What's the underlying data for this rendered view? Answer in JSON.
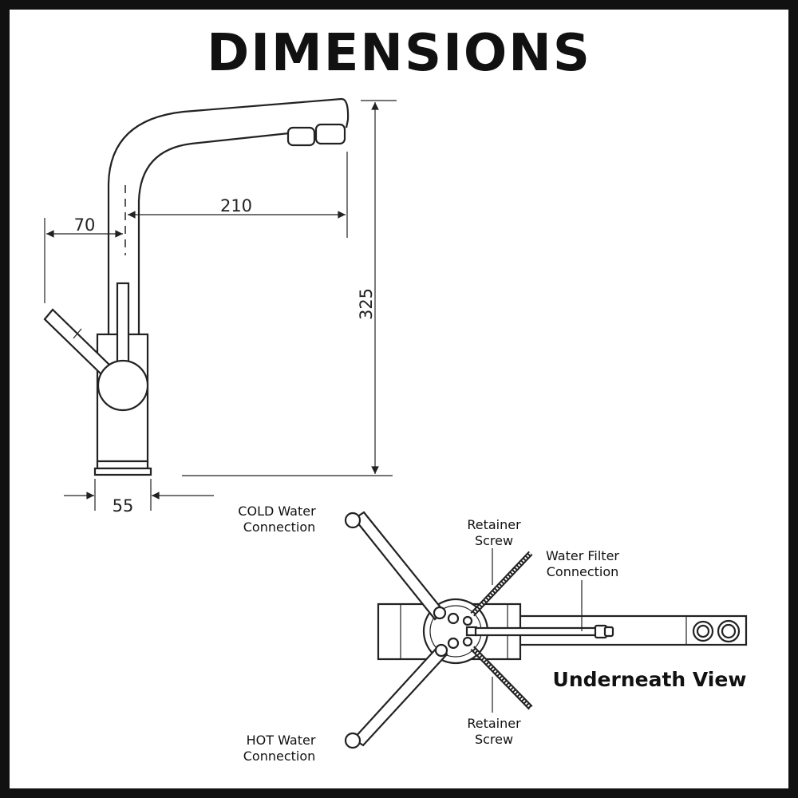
{
  "title": "DIMENSIONS",
  "dimensions": {
    "spout_reach": "210",
    "lever_offset": "70",
    "height": "325",
    "base_width": "55"
  },
  "underneath": {
    "heading": "Underneath View",
    "cold_line1": "COLD Water",
    "cold_line2": "Connection",
    "retainer_top_line1": "Retainer",
    "retainer_top_line2": "Screw",
    "filter_line1": "Water Filter",
    "filter_line2": "Connection",
    "hot_line1": "HOT Water",
    "hot_line2": "Connection",
    "retainer_bottom_line1": "Retainer",
    "retainer_bottom_line2": "Screw"
  }
}
